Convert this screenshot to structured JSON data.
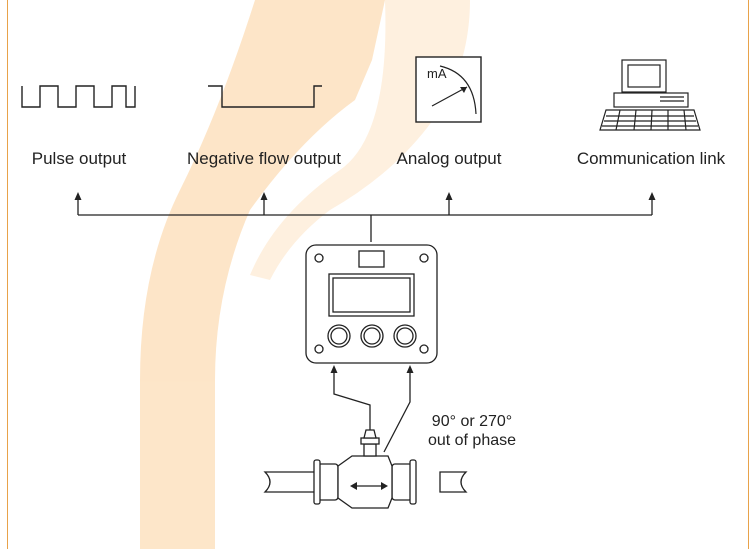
{
  "outputs": {
    "pulse": "Pulse output",
    "negative_flow": "Negative flow output",
    "analog": "Analog output",
    "communication": "Communication link"
  },
  "meter_unit": "mA",
  "phase_note": {
    "line1": "90° or 270°",
    "line2": "out of phase"
  },
  "colors": {
    "frame_border": "#e8a24a",
    "watermark": "#fde3c3",
    "line": "#222222"
  },
  "icons": [
    "pulse-waveform-icon",
    "negative-flow-waveform-icon",
    "analog-meter-icon",
    "computer-icon",
    "flow-indicator-device",
    "flow-sensor-pipe"
  ]
}
